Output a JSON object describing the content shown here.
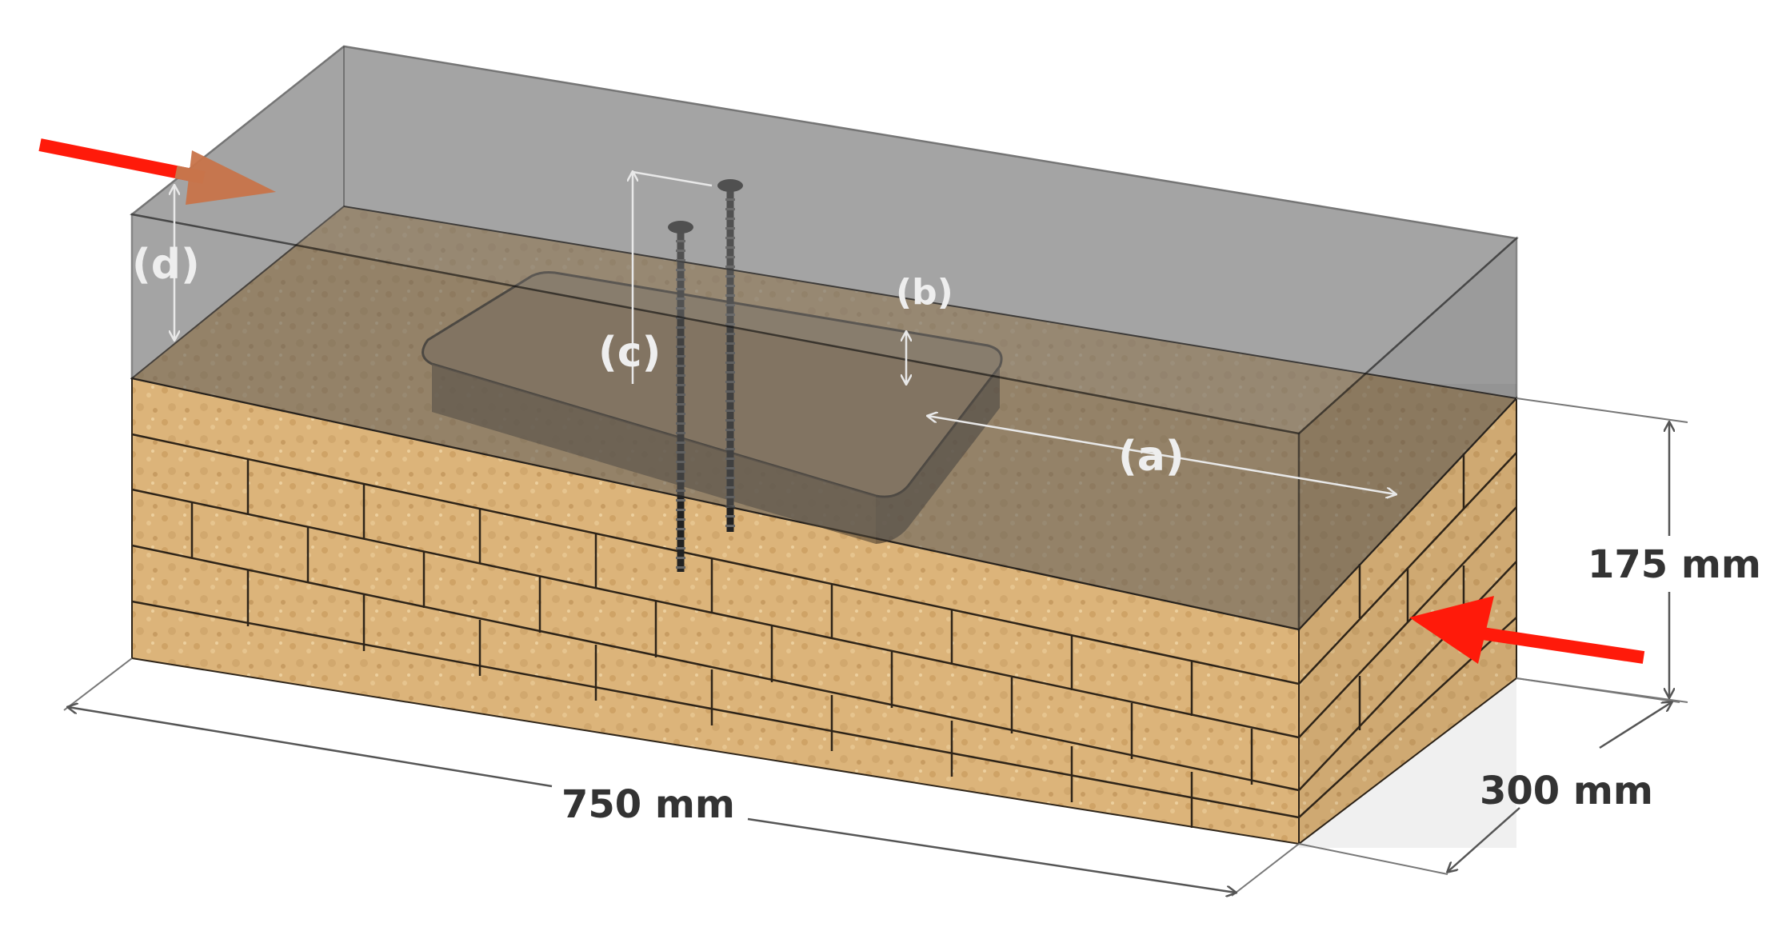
{
  "dimensions": {
    "length": "750 mm",
    "width": "300 mm",
    "height": "175 mm"
  },
  "labels": {
    "a": "(a)",
    "b": "(b)",
    "c": "(c)",
    "d": "(d)"
  },
  "colors": {
    "masonry": "#dcb47a",
    "mortar": "#2e2418",
    "overlay": "#6e6e6e",
    "load_arrow": "#ff1a0a",
    "load_arrow_behind": "#c8744a",
    "dimension_line": "#555555"
  }
}
